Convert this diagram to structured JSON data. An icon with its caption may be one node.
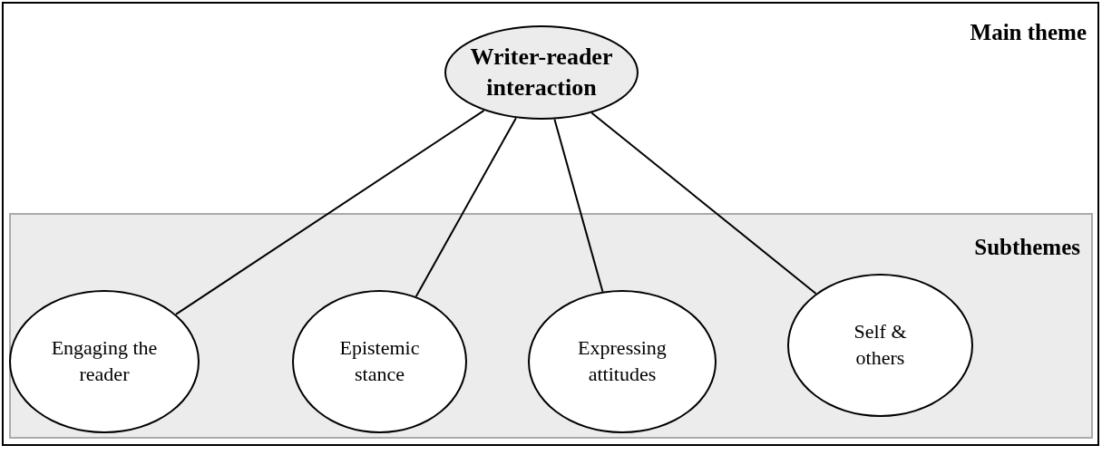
{
  "diagram": {
    "nodes": [
      {
        "text": [
          "Main theme"
        ]
      },
      {
        "text": [
          "Writer-reader interaction"
        ],
        "in": 0
      },
      {
        "text": [
          "Subthemes"
        ],
        "in": 0
      },
      {
        "text": [
          "Engaging the reader"
        ],
        "in": 2
      },
      {
        "text": [
          "Epistemic stance"
        ],
        "in": 2
      },
      {
        "text": [
          "Expressing attitudes"
        ],
        "in": 2
      },
      {
        "text": [
          "Self & others"
        ],
        "in": 2
      }
    ],
    "edges": [
      {
        "from": 1,
        "to": 3,
        "arrow": "none"
      },
      {
        "from": 1,
        "to": 4,
        "arrow": "none"
      },
      {
        "from": 1,
        "to": 5,
        "arrow": "none"
      },
      {
        "from": 1,
        "to": 6,
        "arrow": "none"
      }
    ]
  }
}
